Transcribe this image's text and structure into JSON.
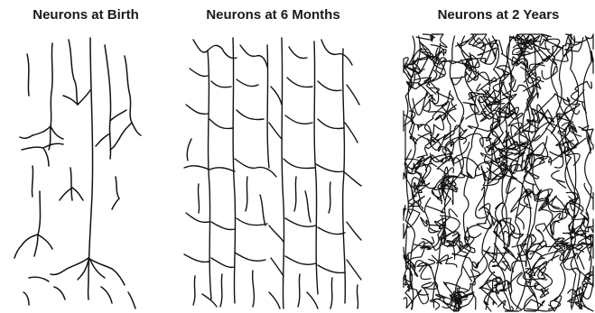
{
  "panels": [
    {
      "title": "Neurons at Birth"
    },
    {
      "title": "Neurons at 6 Months"
    },
    {
      "title": "Neurons at 2 Years"
    }
  ]
}
